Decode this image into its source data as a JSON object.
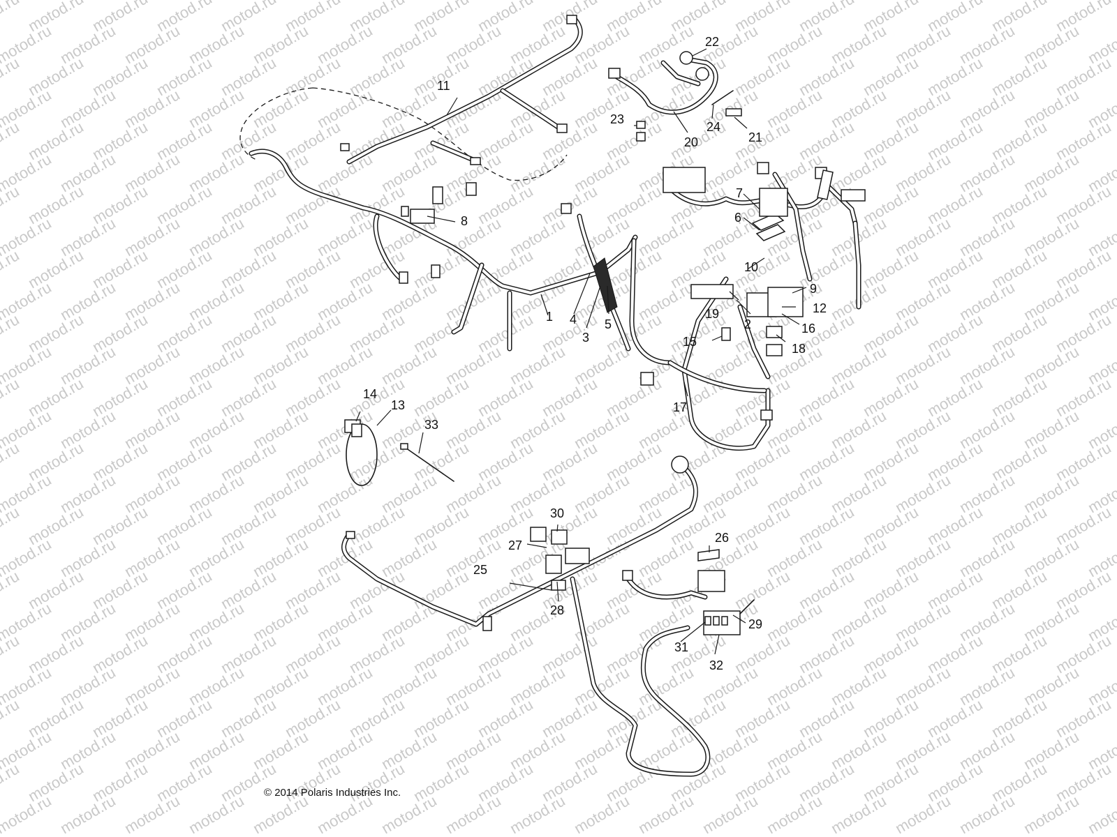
{
  "watermark": "motod.ru",
  "copyright": "© 2014 Polaris Industries Inc.",
  "callouts": {
    "c1": "1",
    "c2": "2",
    "c3": "3",
    "c4": "4",
    "c5": "5",
    "c6": "6",
    "c7": "7",
    "c8": "8",
    "c9": "9",
    "c10": "10",
    "c11": "11",
    "c12": "12",
    "c13": "13",
    "c14": "14",
    "c15": "15",
    "c16": "16",
    "c17": "17",
    "c18": "18",
    "c19": "19",
    "c20": "20",
    "c21": "21",
    "c22": "22",
    "c23": "23",
    "c24": "24",
    "c25": "25",
    "c26": "26",
    "c27": "27",
    "c28": "28",
    "c29": "29",
    "c30": "30",
    "c31": "31",
    "c32": "32",
    "c33": "33"
  }
}
